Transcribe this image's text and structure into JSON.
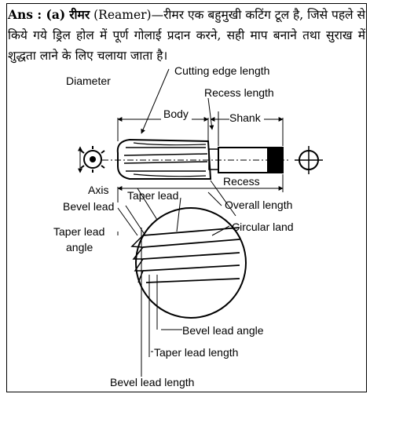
{
  "answer": {
    "prefix": "Ans : (a)",
    "term_hindi": "रीमर",
    "term_english": "(Reamer)",
    "dash": "—",
    "definition": "रीमर एक बहुमुखी कटिंग टूल है, जिसे पहले से किये गये ड्रिल होल में पूर्ण गोलाई प्रदान करने, सही माप बनाने तथा सुराख में शुद्धता लाने के लिए चलाया जाता है।"
  },
  "diagram": {
    "labels": {
      "diameter": "Diameter",
      "cutting_edge_length": "Cutting edge length",
      "recess_length": "Recess length",
      "body": "Body",
      "shank": "Shank",
      "recess": "Recess",
      "axis": "Axis",
      "taper_lead": "Taper lead",
      "bevel_lead": "Bevel lead",
      "overall_length": "Overall length",
      "taper_lead_angle_1": "Taper lead",
      "taper_lead_angle_2": "angle",
      "circular_land": "Circular land",
      "bevel_lead_angle": "Bevel lead  angle",
      "taper_lead_length": "Taper lead length",
      "bevel_lead_length": "Bevel lead length"
    }
  }
}
